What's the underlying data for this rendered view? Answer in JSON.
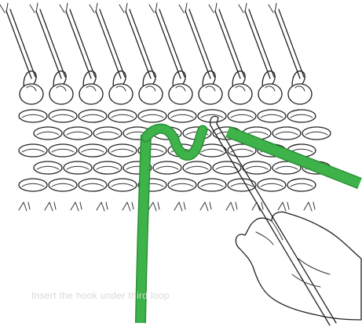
{
  "illustration": {
    "subject": "knitting-stitch-diagram",
    "needle_count": 10,
    "stitch_rows": 5,
    "stitches_per_row": 10,
    "colors": {
      "yarn_highlight": "#3db34a",
      "yarn_highlight_dark": "#2a8f36",
      "ink": "#222222",
      "background": "#ffffff",
      "caption": "#d8d8d8"
    }
  },
  "caption": {
    "text": "Insert the hook under third loop"
  }
}
